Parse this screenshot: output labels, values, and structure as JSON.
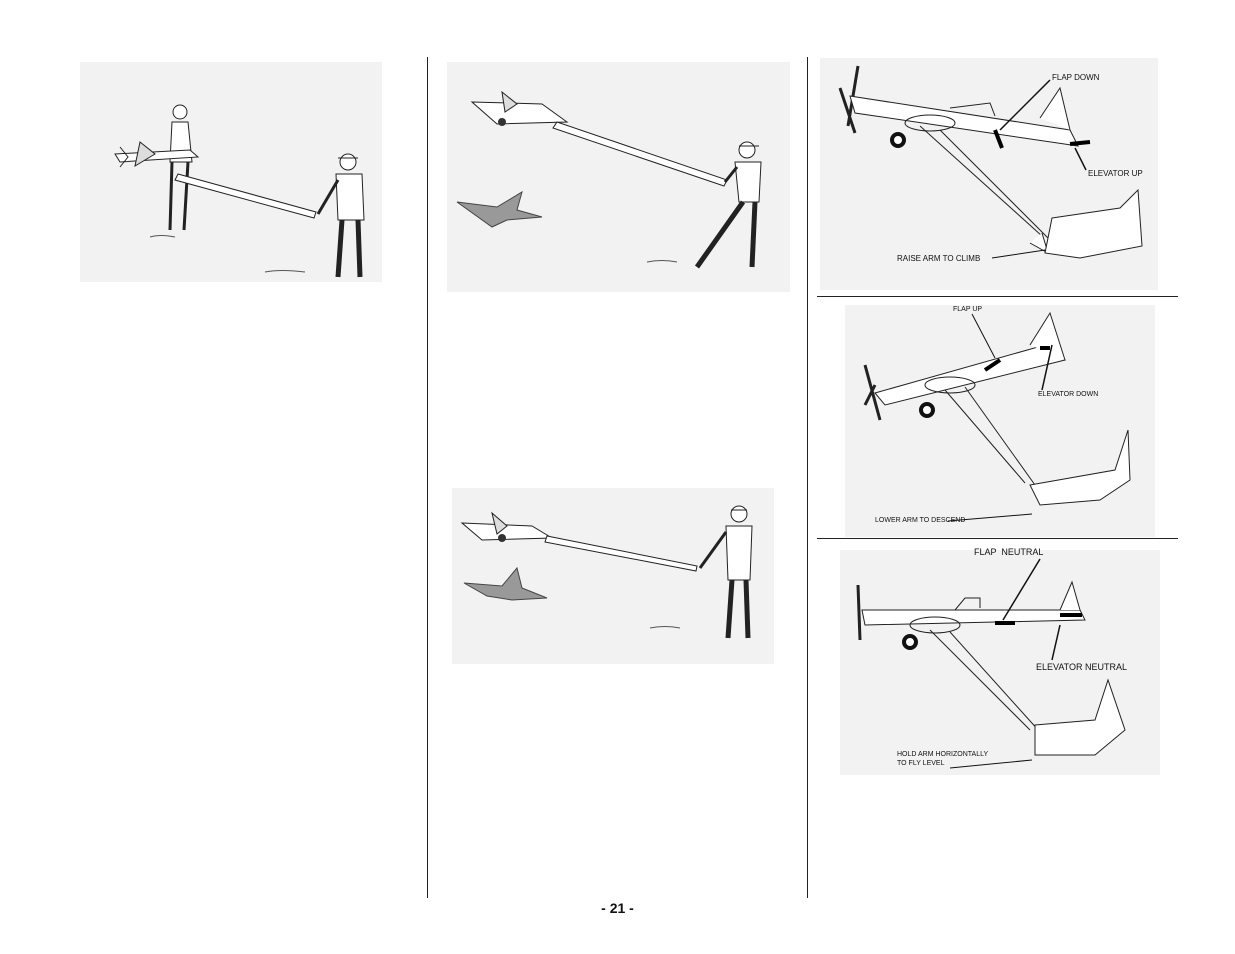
{
  "labels": {
    "flap_down": "FLAP DOWN",
    "elevator_up": "ELEVATOR UP",
    "raise_arm": "RAISE ARM TO CLIMB",
    "flap_up": "FLAP UP",
    "elevator_down": "ELEVATOR DOWN",
    "lower_arm": "LOWER ARM TO DESCEND",
    "flap_neutral": "FLAP  NEUTRAL",
    "elevator_neutral": "ELEVATOR NEUTRAL",
    "hold_arm_line1": "HOLD ARM HORIZONTALLY",
    "hold_arm_line2": "TO FLY LEVEL"
  },
  "page_number": "- 21 -"
}
